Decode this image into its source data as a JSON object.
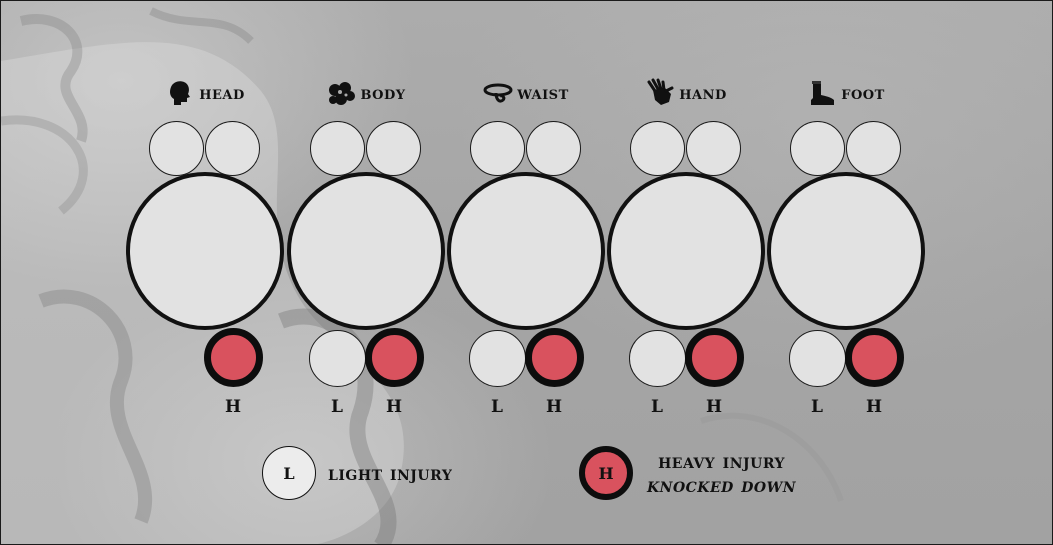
{
  "body_parts": [
    {
      "label": "HEAD",
      "icon": "head-icon",
      "light_tag": "",
      "heavy_tag": "H",
      "has_light": false
    },
    {
      "label": "BODY",
      "icon": "body-icon",
      "light_tag": "L",
      "heavy_tag": "H",
      "has_light": true
    },
    {
      "label": "WAIST",
      "icon": "waist-icon",
      "light_tag": "L",
      "heavy_tag": "H",
      "has_light": true
    },
    {
      "label": "HAND",
      "icon": "hand-icon",
      "light_tag": "L",
      "heavy_tag": "H",
      "has_light": true
    },
    {
      "label": "FOOT",
      "icon": "foot-icon",
      "light_tag": "L",
      "heavy_tag": "H",
      "has_light": true
    }
  ],
  "legend": {
    "light": {
      "symbol": "L",
      "text": "LIGHT INJURY"
    },
    "heavy": {
      "symbol": "H",
      "text": "HEAVY INJURY",
      "subtext": "KNOCKED DOWN"
    }
  },
  "colors": {
    "heavy_fill": "#d9525e",
    "circle_fill": "#e2e2e2",
    "outline": "#111111"
  }
}
